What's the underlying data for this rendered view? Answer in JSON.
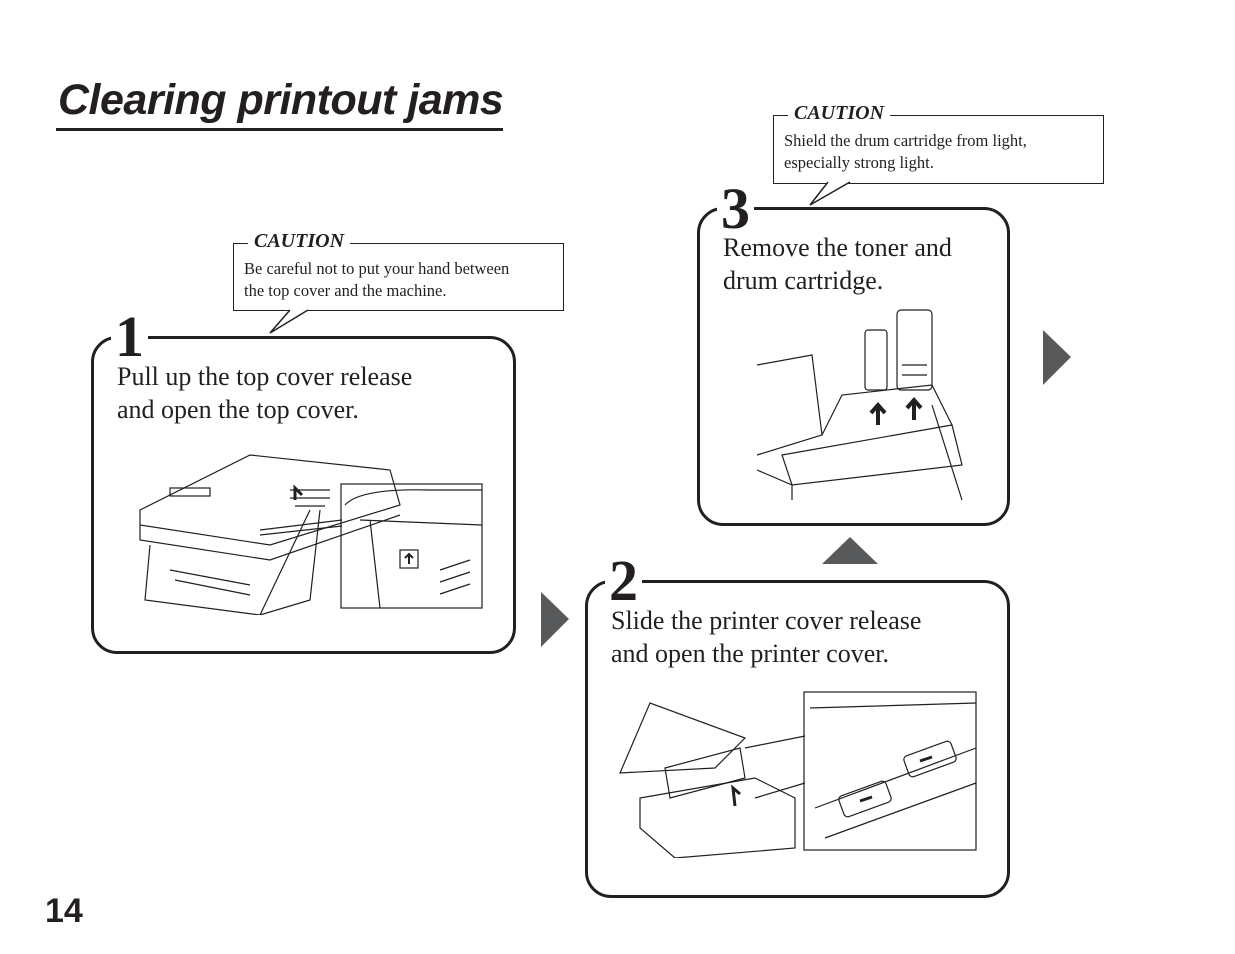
{
  "title": "Clearing printout jams",
  "page_number": "14",
  "steps": [
    {
      "number": "1",
      "text_line1": "Pull up the top cover release",
      "text_line2": "and open the top cover.",
      "caution": {
        "label": "CAUTION",
        "line1": "Be careful not to put your hand between",
        "line2": "the top cover and the machine."
      }
    },
    {
      "number": "2",
      "text_line1": "Slide the printer cover release",
      "text_line2": "and open the printer cover."
    },
    {
      "number": "3",
      "text_line1": "Remove the toner and",
      "text_line2": "drum cartridge.",
      "caution": {
        "label": "CAUTION",
        "line1": "Shield the drum cartridge from light,",
        "line2": "especially strong light."
      }
    }
  ],
  "colors": {
    "ink": "#231f20",
    "arrow": "#58595b"
  }
}
